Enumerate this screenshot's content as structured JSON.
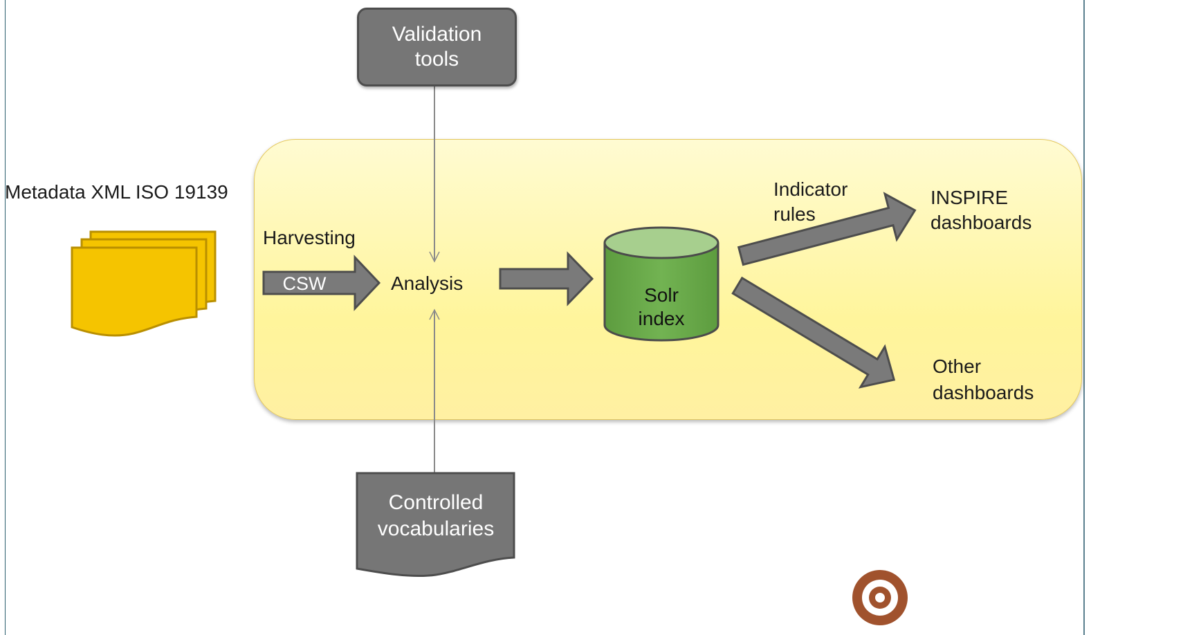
{
  "colors": {
    "frame": "#2d5f6e",
    "highlight_area": "#fff59b",
    "gray_box": "#767676",
    "arrow": "#7a7a7a",
    "cylinder": "#6aab4a",
    "document_stack": "#f5c400"
  },
  "source": {
    "title": "Metadata XML ISO 19139",
    "icon": "document-stack-icon"
  },
  "harvesting": {
    "label": "Harvesting",
    "protocol": "CSW"
  },
  "analysis": {
    "label": "Analysis"
  },
  "validation_tools": {
    "line1": "Validation",
    "line2": "tools"
  },
  "controlled_vocabularies": {
    "line1": "Controlled",
    "line2": "vocabularies"
  },
  "solr_index": {
    "line1": "Solr",
    "line2": "index"
  },
  "indicator_rules": {
    "line1": "Indicator",
    "line2": "rules"
  },
  "inspire_dashboards": {
    "line1": "INSPIRE",
    "line2": "dashboards"
  },
  "other_dashboards": {
    "line1": "Other",
    "line2": "dashboards"
  }
}
